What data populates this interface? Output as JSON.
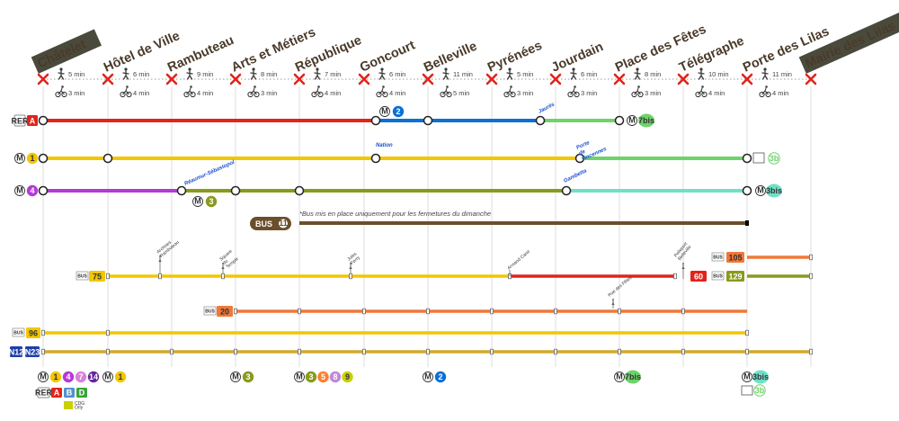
{
  "stations": [
    {
      "name": "Châtelet",
      "boxed": true
    },
    {
      "name": "Hôtel de Ville"
    },
    {
      "name": "Rambuteau"
    },
    {
      "name": "Arts et Métiers"
    },
    {
      "name": "République"
    },
    {
      "name": "Goncourt"
    },
    {
      "name": "Belleville"
    },
    {
      "name": "Pyrénées"
    },
    {
      "name": "Jourdain"
    },
    {
      "name": "Place des Fêtes"
    },
    {
      "name": "Télégraphe"
    },
    {
      "name": "Porte des Lilas"
    },
    {
      "name": "Mairie des Lilas",
      "boxed": true
    }
  ],
  "segments": [
    {
      "walk": "5 min",
      "bike": "3 min"
    },
    {
      "walk": "6 min",
      "bike": "4 min"
    },
    {
      "walk": "9 min",
      "bike": "4 min"
    },
    {
      "walk": "8 min",
      "bike": "3 min"
    },
    {
      "walk": "7 min",
      "bike": "4 min"
    },
    {
      "walk": "6 min",
      "bike": "4 min"
    },
    {
      "walk": "11 min",
      "bike": "5 min"
    },
    {
      "walk": "5 min",
      "bike": "3 min"
    },
    {
      "walk": "6 min",
      "bike": "3 min"
    },
    {
      "walk": "8 min",
      "bike": "3 min"
    },
    {
      "walk": "10 min",
      "bike": "4 min"
    },
    {
      "walk": "11 min",
      "bike": "4 min"
    }
  ],
  "colors": {
    "rer_a": "#e2231a",
    "m1": "#f2c600",
    "m2": "#0a6fd6",
    "m3": "#8a9a1b",
    "m3bis": "#6ee0c8",
    "m4": "#b43ad6",
    "m5": "#ff7e2e",
    "m7bis": "#6ed36a",
    "m8": "#c287d6",
    "m9": "#c9d100",
    "m11": "#6b4f2a",
    "m14": "#62259d",
    "rer_b": "#5291ce",
    "rer_d": "#3aa33a",
    "tram": "#6ed36a",
    "bus_75": "#f2c600",
    "bus_20": "#f07838",
    "bus_96": "#f2c600",
    "bus_60": "#e2231a",
    "bus_105": "#f07838",
    "bus_129": "#8a9a1b",
    "noctilien": "#d4a92a",
    "stop_marker": "#e2231a",
    "station_text": "#4a3a2a",
    "boxed_station_bg": "#4a4a3c"
  },
  "rows": {
    "r1": {
      "rer_label": "RER",
      "rer_code": "A",
      "metro_badge": "2",
      "jaures": "Jaurès",
      "end_badge": "7bis"
    },
    "r2": {
      "badge": "1",
      "nation": "Nation",
      "pvin": "Porte de Vincennes",
      "end_badge": "3b"
    },
    "r3": {
      "badge": "4",
      "reaumur": "Réaumur-Sébastopol",
      "m3_badge": "3",
      "gambetta": "Gambetta",
      "end_badge": "3bis"
    },
    "m11bus": {
      "label": "BUS",
      "badge": "11",
      "note": "*Bus mis en place uniquement pour les fermetures du dimanche"
    },
    "bus75": {
      "tag": "BUS",
      "num": "75",
      "stop1": "Archives Rambuteau",
      "stop2": "Square du Temple",
      "stop3": "Jules Ferry",
      "stop4": "Armand Carel",
      "stop5": "Pelleport Belleville"
    },
    "bus60": {
      "num": "60"
    },
    "bus105": {
      "tag": "BUS",
      "num": "105"
    },
    "bus129": {
      "tag": "BUS",
      "num": "129"
    },
    "bus20": {
      "tag": "BUS",
      "num": "20",
      "stop": "Rue des Fêtes"
    },
    "bus96": {
      "tag": "BUS",
      "num": "96"
    },
    "noct": {
      "tag": "N",
      "n1": "12",
      "n2": "23"
    }
  },
  "footer": {
    "chatelet_metro": [
      "1",
      "4",
      "7",
      "14"
    ],
    "chatelet_rer": {
      "label": "RER",
      "lines": [
        "A",
        "B",
        "D"
      ]
    },
    "chatelet_cdg": "CDG Orly",
    "hdv_metro": "1",
    "ametiers_metro": "3",
    "republique_metro": [
      "3",
      "5",
      "8",
      "9"
    ],
    "belleville_metro": "2",
    "pdf_metro": "7bis",
    "pdl_metro": "3bis",
    "pdl_tram": "3b"
  }
}
